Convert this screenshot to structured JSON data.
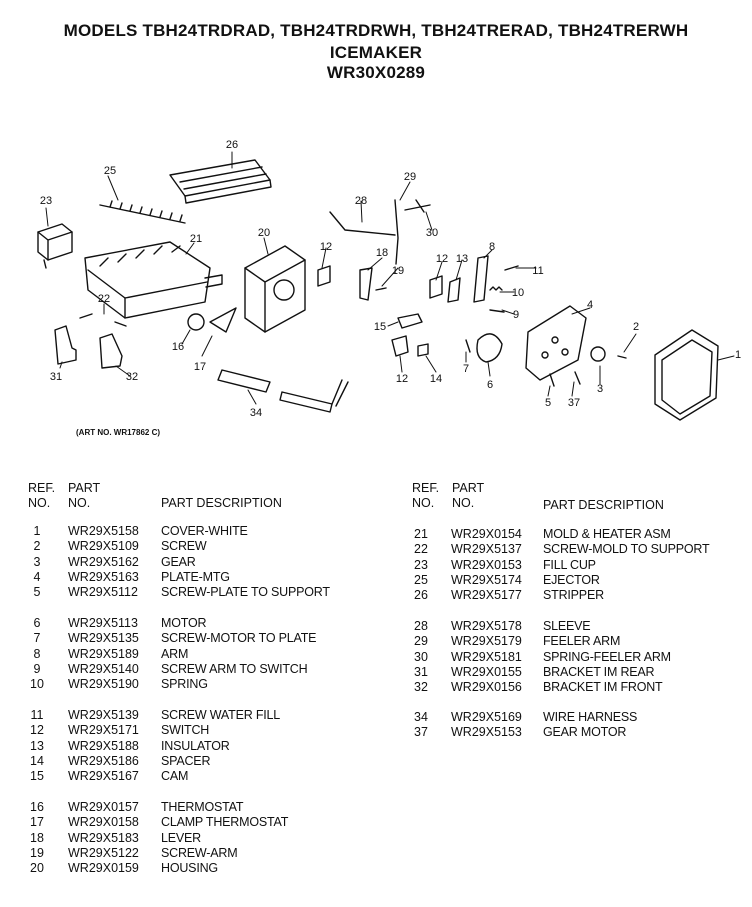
{
  "header": {
    "models": "MODELS TBH24TRDRAD, TBH24TRDRWH, TBH24TRERAD, TBH24TRERWH",
    "assembly": "ICEMAKER",
    "assembly_part": "WR30X0289"
  },
  "art_number": "(ART NO. WR17862 C)",
  "callouts": [
    "26",
    "25",
    "23",
    "21",
    "20",
    "12",
    "28",
    "29",
    "30",
    "18",
    "19",
    "12",
    "13",
    "8",
    "11",
    "10",
    "9",
    "22",
    "16",
    "17",
    "15",
    "4",
    "2",
    "1",
    "31",
    "32",
    "34",
    "12",
    "14",
    "7",
    "6",
    "5",
    "37",
    "3"
  ],
  "table": {
    "col_ref": [
      "REF.",
      "NO."
    ],
    "col_part": [
      "PART",
      "NO."
    ],
    "col_desc": "PART DESCRIPTION",
    "left_groups": [
      [
        {
          "ref": "1",
          "part": "WR29X5158",
          "desc": "COVER-WHITE"
        },
        {
          "ref": "2",
          "part": "WR29X5109",
          "desc": "SCREW"
        },
        {
          "ref": "3",
          "part": "WR29X5162",
          "desc": "GEAR"
        },
        {
          "ref": "4",
          "part": "WR29X5163",
          "desc": "PLATE-MTG"
        },
        {
          "ref": "5",
          "part": "WR29X5112",
          "desc": "SCREW-PLATE TO SUPPORT"
        }
      ],
      [
        {
          "ref": "6",
          "part": "WR29X5113",
          "desc": "MOTOR"
        },
        {
          "ref": "7",
          "part": "WR29X5135",
          "desc": "SCREW-MOTOR TO PLATE"
        },
        {
          "ref": "8",
          "part": "WR29X5189",
          "desc": "ARM"
        },
        {
          "ref": "9",
          "part": "WR29X5140",
          "desc": "SCREW ARM TO SWITCH"
        },
        {
          "ref": "10",
          "part": "WR29X5190",
          "desc": "SPRING"
        }
      ],
      [
        {
          "ref": "11",
          "part": "WR29X5139",
          "desc": "SCREW WATER FILL"
        },
        {
          "ref": "12",
          "part": "WR29X5171",
          "desc": "SWITCH"
        },
        {
          "ref": "13",
          "part": "WR29X5188",
          "desc": "INSULATOR"
        },
        {
          "ref": "14",
          "part": "WR29X5186",
          "desc": "SPACER"
        },
        {
          "ref": "15",
          "part": "WR29X5167",
          "desc": "CAM"
        }
      ],
      [
        {
          "ref": "16",
          "part": "WR29X0157",
          "desc": "THERMOSTAT"
        },
        {
          "ref": "17",
          "part": "WR29X0158",
          "desc": "CLAMP THERMOSTAT"
        },
        {
          "ref": "18",
          "part": "WR29X5183",
          "desc": "LEVER"
        },
        {
          "ref": "19",
          "part": "WR29X5122",
          "desc": "SCREW-ARM"
        },
        {
          "ref": "20",
          "part": "WR29X0159",
          "desc": "HOUSING"
        }
      ]
    ],
    "right_groups": [
      [
        {
          "ref": "21",
          "part": "WR29X0154",
          "desc": "MOLD & HEATER ASM"
        },
        {
          "ref": "22",
          "part": "WR29X5137",
          "desc": "SCREW-MOLD TO SUPPORT"
        },
        {
          "ref": "23",
          "part": "WR29X0153",
          "desc": "FILL CUP"
        },
        {
          "ref": "25",
          "part": "WR29X5174",
          "desc": "EJECTOR"
        },
        {
          "ref": "26",
          "part": "WR29X5177",
          "desc": "STRIPPER"
        }
      ],
      [
        {
          "ref": "28",
          "part": "WR29X5178",
          "desc": "SLEEVE"
        },
        {
          "ref": "29",
          "part": "WR29X5179",
          "desc": "FEELER ARM"
        },
        {
          "ref": "30",
          "part": "WR29X5181",
          "desc": "SPRING-FEELER ARM"
        },
        {
          "ref": "31",
          "part": "WR29X0155",
          "desc": "BRACKET IM REAR"
        },
        {
          "ref": "32",
          "part": "WR29X0156",
          "desc": "BRACKET IM FRONT"
        }
      ],
      [
        {
          "ref": "34",
          "part": "WR29X5169",
          "desc": "WIRE HARNESS"
        },
        {
          "ref": "37",
          "part": "WR29X5153",
          "desc": "GEAR MOTOR"
        }
      ]
    ]
  }
}
